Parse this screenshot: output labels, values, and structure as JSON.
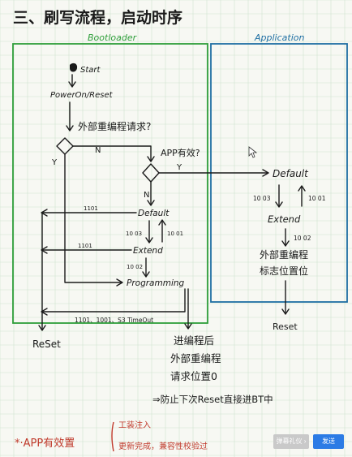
{
  "title": "三、刷写流程，启动时序",
  "regions": {
    "bootloader": "Bootloader",
    "application": "Application"
  },
  "bootloader_flow": {
    "start": "Start",
    "poweron": "PowerOn/Reset",
    "external_request": "外部重编程请求?",
    "no1": "N",
    "yes1": "Y",
    "app_valid": "APP有效?",
    "no2": "N",
    "yes2": "Y",
    "default": "Default",
    "extend": "Extend",
    "programming": "Programming",
    "l_1001": "1101",
    "l_1101": "1101",
    "l_1003": "10 03",
    "l_1001b": "10 01",
    "l_1002": "10 02",
    "timeout": "1101、1001、S3 TimeOut",
    "reset": "ReSet"
  },
  "app_flow": {
    "default": "Default",
    "l_1003": "10 03",
    "l_1001": "10 01",
    "extend": "Extend",
    "l_1002": "10 02",
    "note_line1": "外部重编程",
    "note_line2": "标志位置位",
    "reset": "Reset"
  },
  "programming_note": {
    "line1": "进编程后",
    "line2": "外部重编程",
    "line3": "请求位置0",
    "line4": "⇒防止下次Reset直接进BT中"
  },
  "footer": {
    "star_note": "*·APP有效置",
    "bracket_top": "工装注入",
    "bracket_bottom": "更新完成，兼容性校验过"
  },
  "buttons": {
    "cancel": "弹幕礼仪 ›",
    "send": "发送"
  },
  "colors": {
    "bootloader_box": "#2e9e3a",
    "application_box": "#1f6fa3",
    "ink": "#1a1a1a",
    "button_blue": "#2c7be5"
  }
}
